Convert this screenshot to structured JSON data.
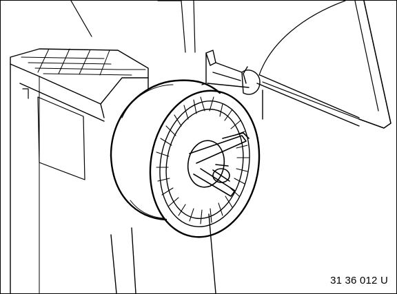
{
  "figure": {
    "code": "31 36 012 U",
    "ink_color": "#000000",
    "paper_color": "#ffffff"
  },
  "parts": {
    "machine": "wheel-balancer-housing",
    "control_panel": "keypad-grid",
    "wheel": "spoked-alloy-rim",
    "shaft": "balancer-shaft",
    "hood": "protective-wheel-hood"
  }
}
